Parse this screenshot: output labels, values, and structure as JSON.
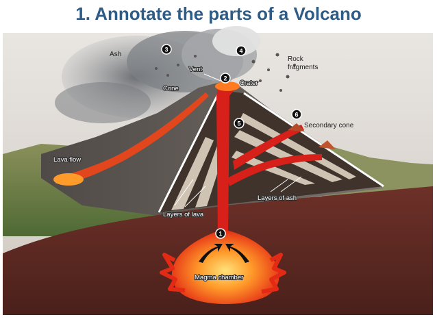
{
  "title": "1. Annotate the parts of a Volcano",
  "labels": {
    "ash": "Ash",
    "vent": "Vent",
    "cone": "Cone",
    "crater": "Crater",
    "rock_line1": "Rock",
    "rock_line2": "fragments",
    "secondary_cone": "Secondary cone",
    "lava_flow": "Lava flow",
    "layers_of_ash": "Layers of ash",
    "layers_of_lava": "Layers of lava",
    "magma_chamber": "Magma chamber"
  },
  "markers": [
    "1",
    "2",
    "3",
    "4",
    "5",
    "6"
  ],
  "colors": {
    "title": "#2f5c86",
    "lava": "#d8201a",
    "ground": "#5e2a23",
    "sky_edge": "#c9c2bc"
  }
}
